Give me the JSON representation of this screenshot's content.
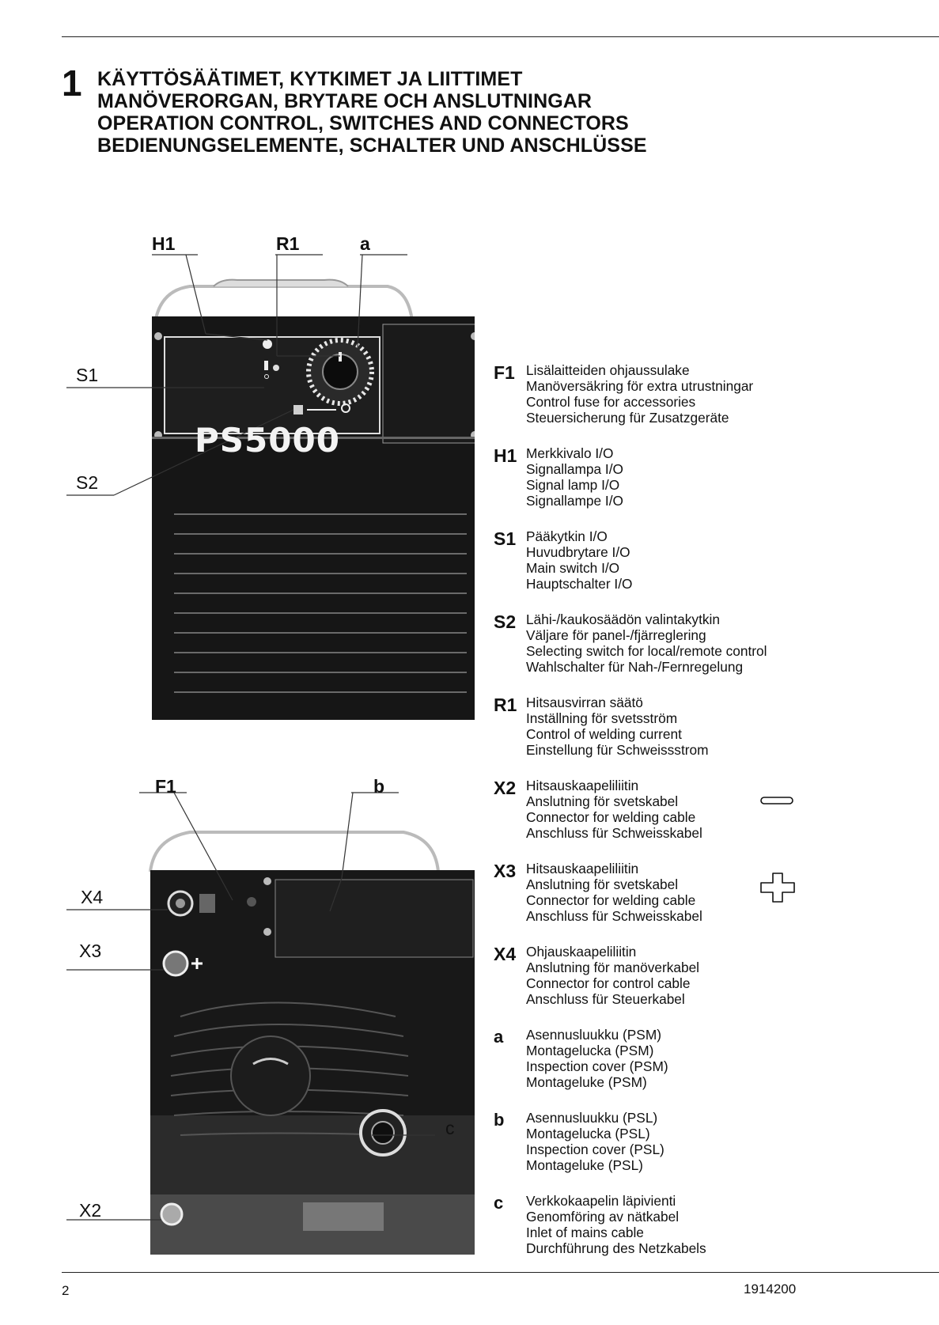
{
  "section": {
    "number": "1",
    "titles": [
      "KÄYTTÖSÄÄTIMET, KYTKIMET JA LIITTIMET",
      "MANÖVERORGAN, BRYTARE OCH ANSLUTNINGAR",
      "OPERATION CONTROL, SWITCHES AND CONNECTORS",
      "BEDIENUNGSELEMENTE, SCHALTER UND ANSCHLÜSSE"
    ]
  },
  "figure_front": {
    "model": "PS5000",
    "callouts": {
      "h1": "H1",
      "r1": "R1",
      "a": "a",
      "s1": "S1",
      "s2": "S2"
    }
  },
  "figure_back": {
    "callouts": {
      "f1": "F1",
      "b": "b",
      "x4": "X4",
      "x3": "X3",
      "c": "c",
      "x2": "X2"
    }
  },
  "legend": [
    {
      "key": "F1",
      "lines": [
        "Lisälaitteiden ohjaussulake",
        "Manöversäkring för extra utrustningar",
        "Control fuse for accessories",
        "Steuersicherung für Zusatzgeräte"
      ]
    },
    {
      "key": "H1",
      "lines": [
        "Merkkivalo I/O",
        "Signallampa I/O",
        "Signal lamp I/O",
        "Signallampe I/O"
      ]
    },
    {
      "key": "S1",
      "lines": [
        "Pääkytkin I/O",
        "Huvudbrytare I/O",
        "Main switch I/O",
        "Hauptschalter I/O"
      ]
    },
    {
      "key": "S2",
      "lines": [
        "Lähi-/kaukosäädön valintakytkin",
        "Väljare för panel-/fjärreglering",
        "Selecting switch for local/remote control",
        "Wahlschalter für Nah-/Fernregelung"
      ]
    },
    {
      "key": "R1",
      "lines": [
        "Hitsausvirran säätö",
        "Inställning för svetsström",
        "Control of welding current",
        "Einstellung für Schweissstrom"
      ]
    },
    {
      "key": "X2",
      "lines": [
        "Hitsauskaapeliliitin",
        "Anslutning för svetskabel",
        "Connector for welding cable",
        "Anschluss für Schweisskabel"
      ],
      "symbol": "minus-icon"
    },
    {
      "key": "X3",
      "lines": [
        "Hitsauskaapeliliitin",
        "Anslutning för svetskabel",
        "Connector for welding cable",
        "Anschluss für Schweisskabel"
      ],
      "symbol": "plus-icon"
    },
    {
      "key": "X4",
      "lines": [
        "Ohjauskaapeliliitin",
        "Anslutning för manöverkabel",
        "Connector for control cable",
        "Anschluss für Steuerkabel"
      ]
    },
    {
      "key": "a",
      "lines": [
        "Asennusluukku (PSM)",
        "Montagelucka (PSM)",
        "Inspection cover (PSM)",
        "Montageluke (PSM)"
      ]
    },
    {
      "key": "b",
      "lines": [
        "Asennusluukku (PSL)",
        "Montagelucka (PSL)",
        "Inspection cover (PSL)",
        "Montageluke (PSL)"
      ]
    },
    {
      "key": "c",
      "lines": [
        "Verkkokaapelin läpivienti",
        "Genomföring av nätkabel",
        "Inlet of mains cable",
        "Durchführung des Netzkabels"
      ]
    }
  ],
  "footer": {
    "page_number": "2",
    "doc_code": "1914200"
  }
}
